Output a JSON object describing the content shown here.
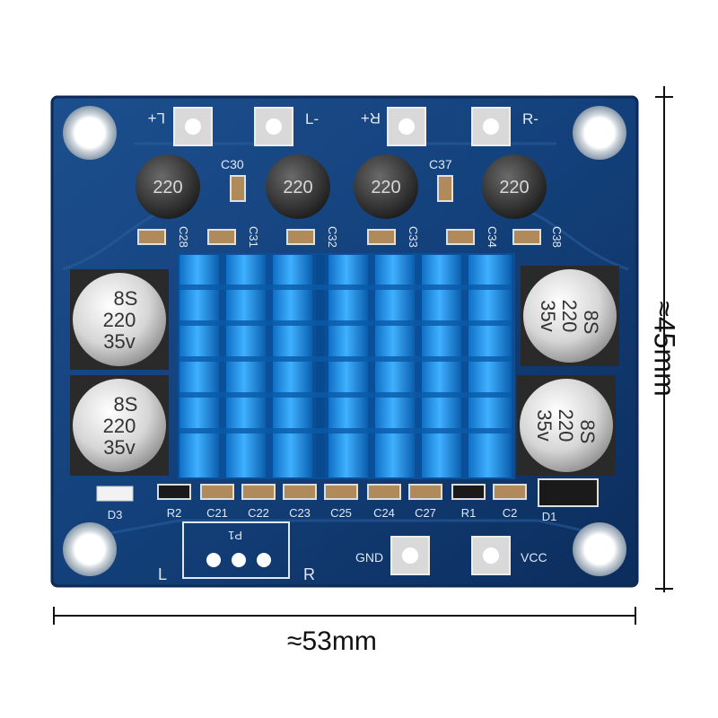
{
  "dimensions": {
    "width_label": "≈53mm",
    "height_label": "≈45mm"
  },
  "board": {
    "terminals": {
      "left_plus": "L+",
      "left_minus": "L-",
      "right_plus": "R+",
      "right_minus": "R-",
      "gnd": "GND",
      "vcc": "VCC"
    },
    "inductors": [
      "220",
      "220",
      "220",
      "220"
    ],
    "top_caps": [
      "C30",
      "C37"
    ],
    "rot_caps": [
      "C28",
      "C31",
      "C32",
      "C33",
      "C34",
      "C38"
    ],
    "capacitors": [
      {
        "l1": "8S",
        "l2": "220",
        "l3": "35v"
      },
      {
        "l1": "8S",
        "l2": "220",
        "l3": "35v"
      },
      {
        "l1": "8S",
        "l2": "220",
        "l3": "35v"
      },
      {
        "l1": "8S",
        "l2": "220",
        "l3": "35v"
      }
    ],
    "bottom_labels": [
      "D3",
      "R2",
      "C21",
      "C22",
      "C23",
      "C25",
      "C24",
      "C27",
      "R1",
      "C2",
      "D1"
    ],
    "pot": {
      "l": "L",
      "r": "R",
      "id": "P1"
    }
  },
  "colors": {
    "pcb": "#123a70",
    "pcb_edge": "#0b2a56",
    "heatsink": "#1c8ce0",
    "silk": "#dfe8f5"
  }
}
